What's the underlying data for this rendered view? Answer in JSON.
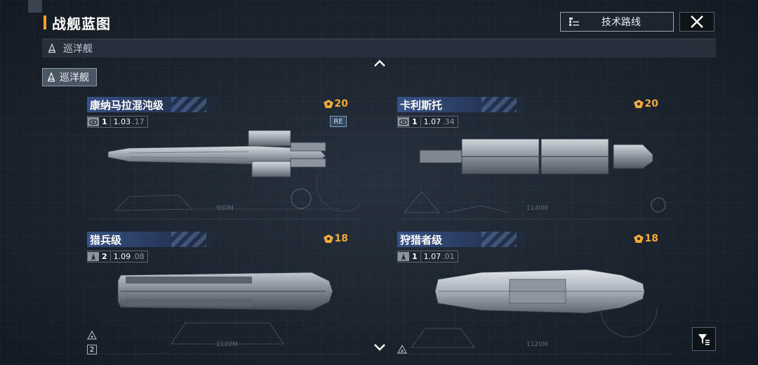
{
  "header": {
    "title": "战舰蓝图",
    "tech_route_label": "技术路线",
    "accent_color": "#f0a12a"
  },
  "subheader": {
    "category": "巡洋舰",
    "icon": "cruiser-icon"
  },
  "filter_tab": {
    "label": "巡洋舰",
    "icon": "cruiser-icon"
  },
  "ships": [
    {
      "name": "康纳马拉混沌级",
      "cost": "20",
      "tier": "1",
      "version": "1.03",
      "sub": ".17",
      "re_badge": "RE",
      "length": "980M",
      "type_icon": "cruiser-emblem-icon"
    },
    {
      "name": "卡利斯托",
      "cost": "20",
      "tier": "1",
      "version": "1.07",
      "sub": ".34",
      "length": "1140M",
      "type_icon": "cruiser-emblem-icon"
    },
    {
      "name": "猎兵级",
      "cost": "18",
      "tier": "2",
      "version": "1.09",
      "sub": ".08",
      "length": "1120M",
      "count": "2",
      "type_icon": "fighter-silhouette-icon"
    },
    {
      "name": "狩猎者级",
      "cost": "18",
      "tier": "1",
      "version": "1.07",
      "sub": ".01",
      "length": "1120M",
      "type_icon": "fighter-silhouette-icon"
    }
  ],
  "colors": {
    "cost": "#f2a93a",
    "name_bar": "#3c5a96",
    "background": "#1e2731"
  }
}
